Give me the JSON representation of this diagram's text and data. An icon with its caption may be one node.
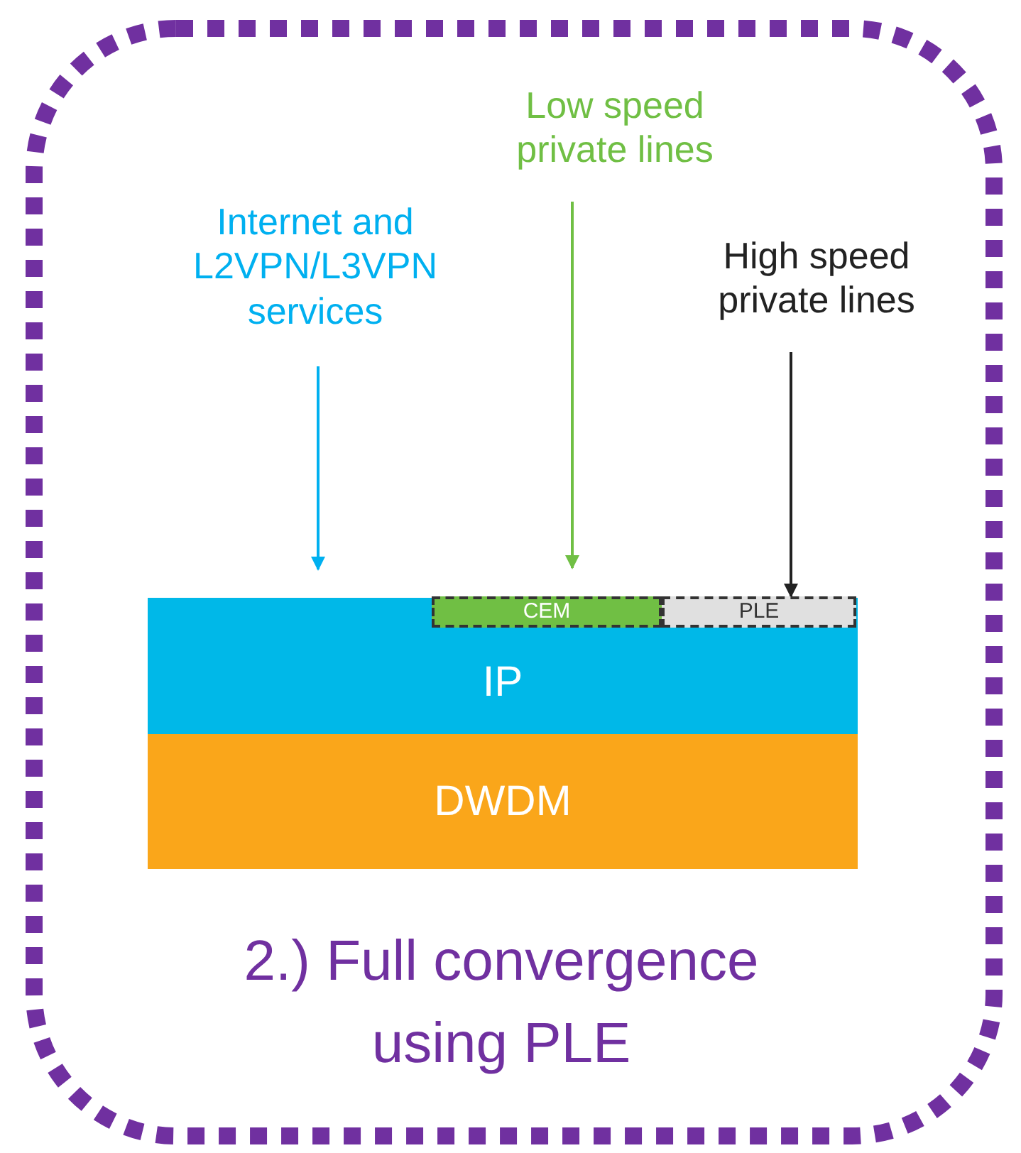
{
  "diagram": {
    "caption": "2.) Full convergence using PLE",
    "nodes": [
      {
        "text": [],
        "shape": "box"
      },
      {
        "text": [
          "Internet and L2VPN/L3VPN services"
        ],
        "in": 0
      },
      {
        "text": [
          "Low speed private lines"
        ],
        "in": 0
      },
      {
        "text": [
          "High speed private lines"
        ],
        "in": 0
      },
      {
        "text": [
          "IP"
        ],
        "in": 0
      },
      {
        "text": [
          "CEM"
        ],
        "in": 4
      },
      {
        "text": [
          "PLE"
        ],
        "in": 4
      },
      {
        "text": [
          "DWDM"
        ],
        "in": 0
      }
    ],
    "edges": [
      {
        "from": 1,
        "to": 4,
        "arrow": "to",
        "color": "#00b0f0"
      },
      {
        "from": 2,
        "to": 5,
        "arrow": "to",
        "color": "#70bf44"
      },
      {
        "from": 3,
        "to": 6,
        "arrow": "to",
        "color": "#222222"
      }
    ]
  }
}
